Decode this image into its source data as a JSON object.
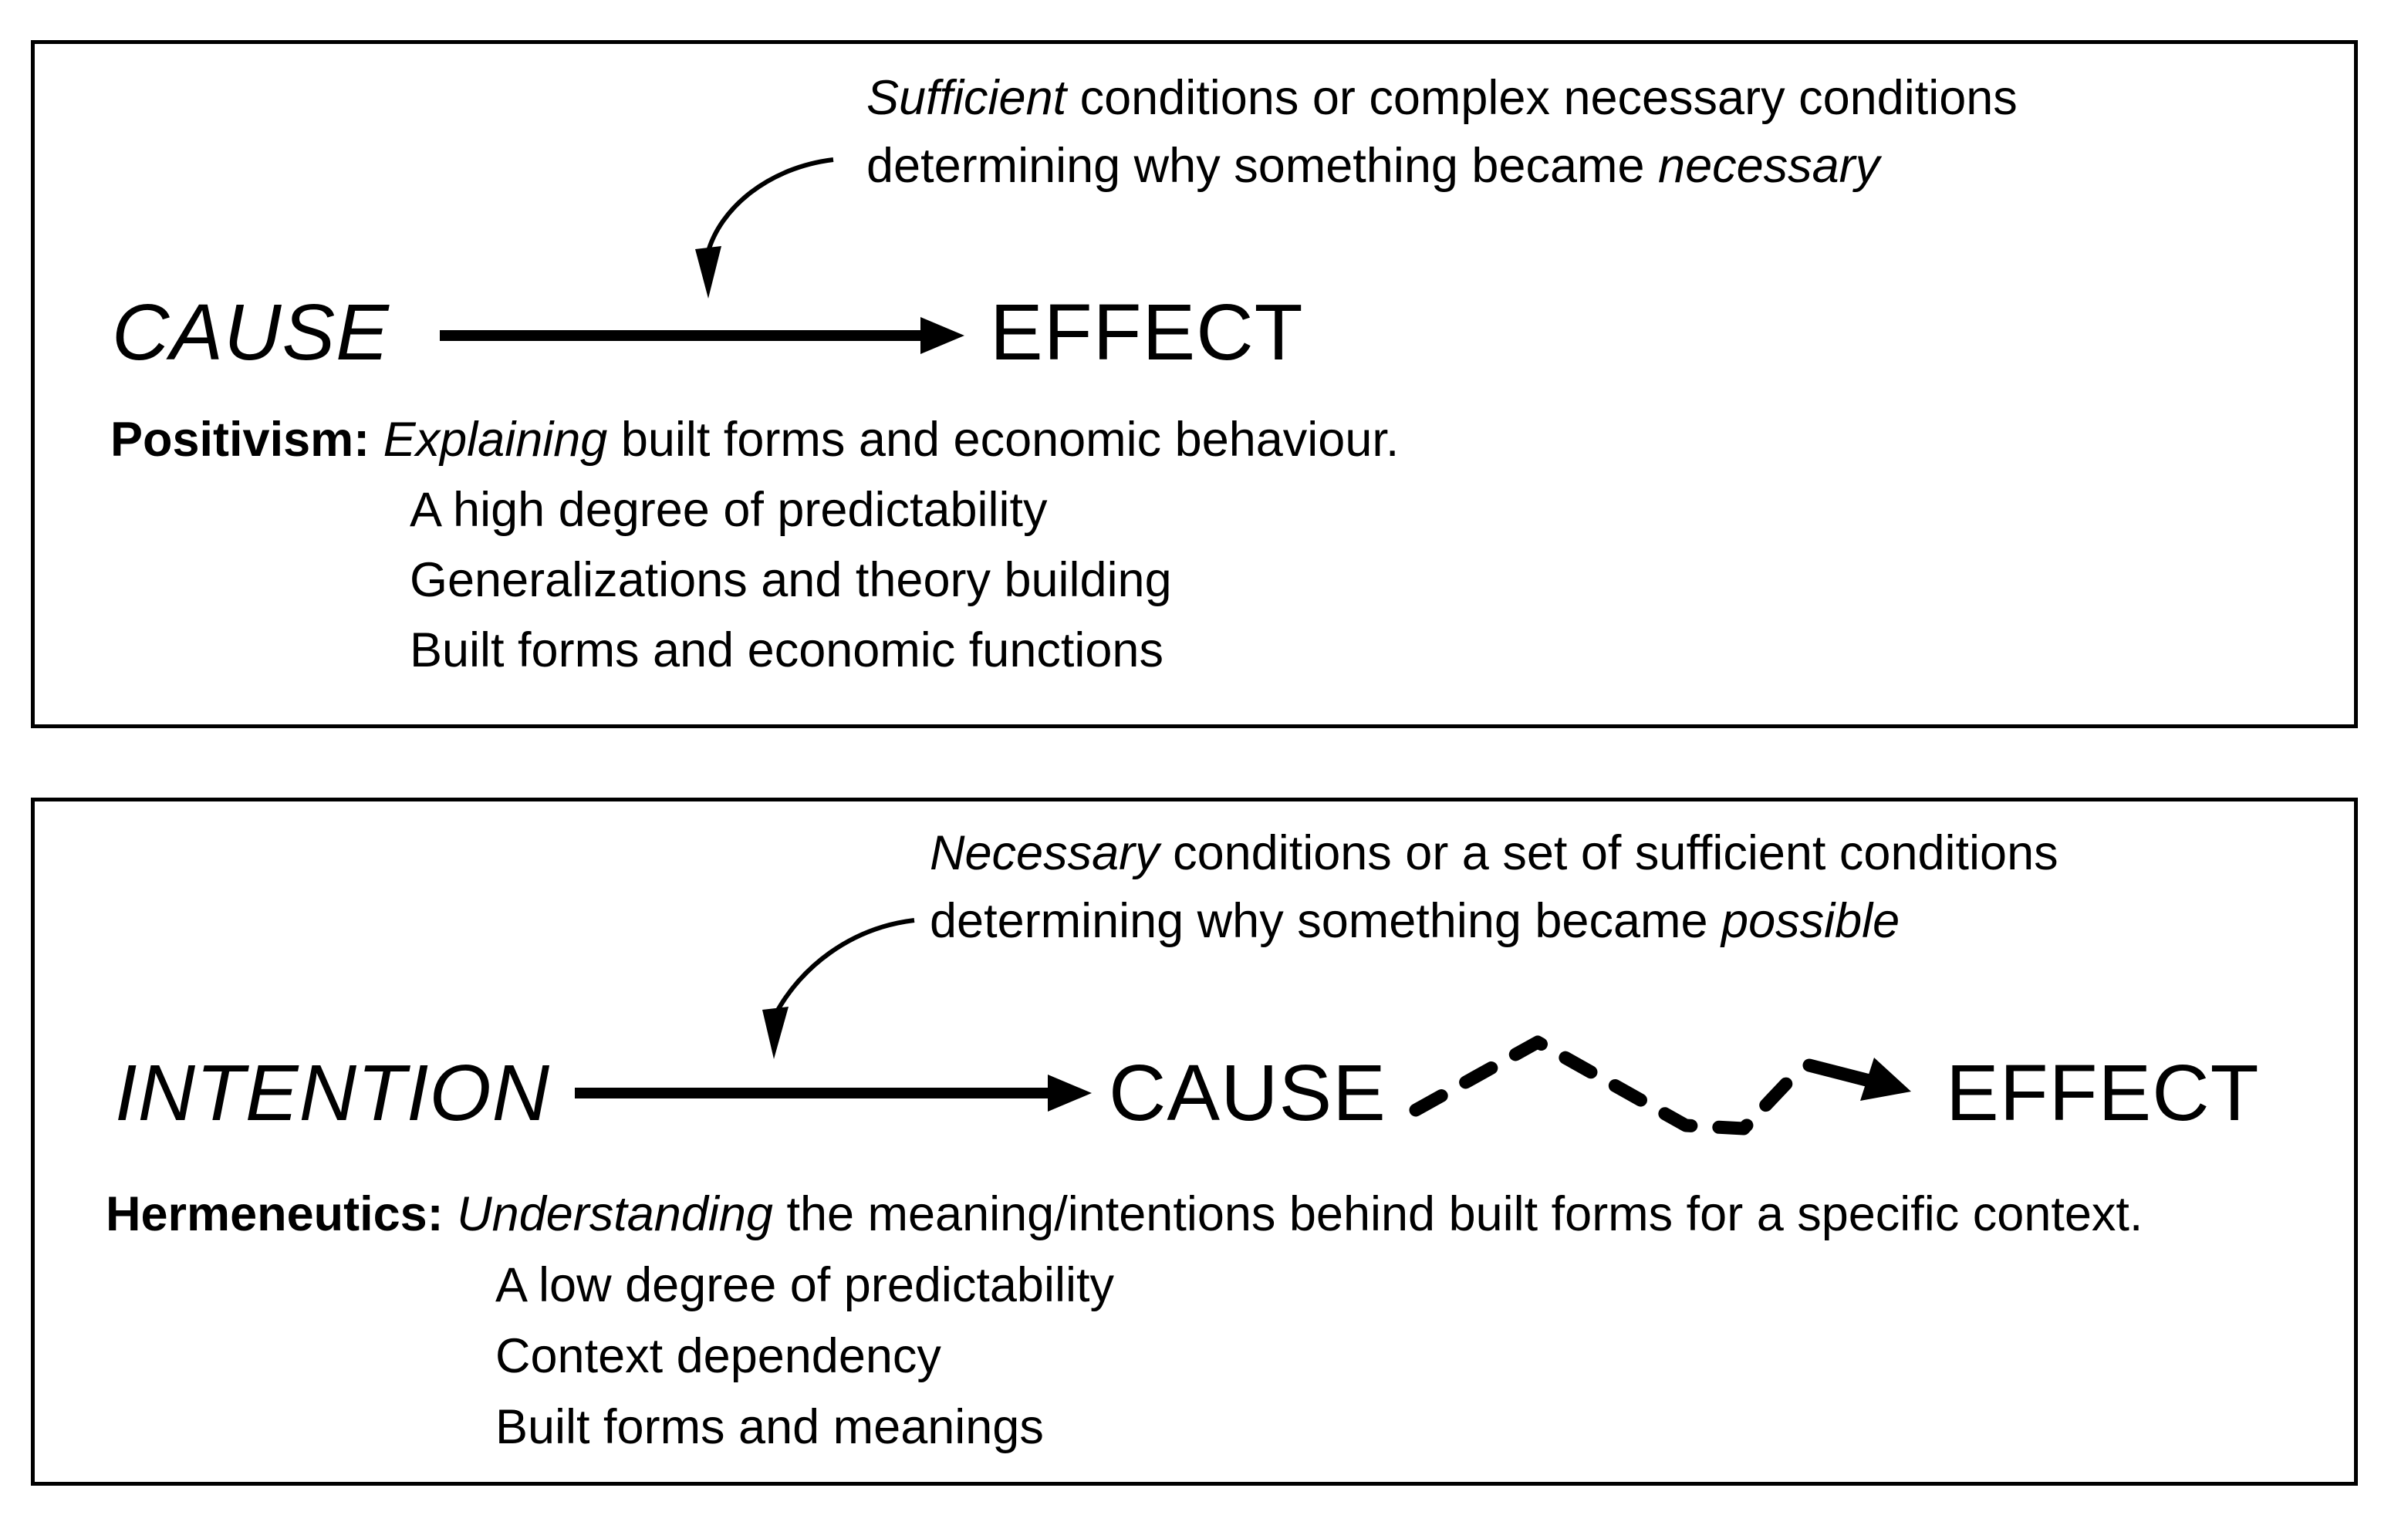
{
  "page": {
    "background": "#ffffff",
    "ink": "#000000"
  },
  "panels": [
    {
      "id": "positivism",
      "annotation": {
        "line1_italic": "Sufficient",
        "line1_rest": " conditions or complex necessary conditions",
        "line2_lead": "determining why something became ",
        "line2_italic": "necessary"
      },
      "flow": {
        "source": "CAUSE",
        "target": "EFFECT"
      },
      "description": {
        "label": "Positivism:",
        "lead_italic": "Explaining",
        "lead_rest": " built forms and economic behaviour.",
        "points": [
          "A high degree of predictability",
          "Generalizations and theory building",
          "Built forms and economic functions"
        ]
      }
    },
    {
      "id": "hermeneutics",
      "annotation": {
        "line1_italic": "Necessary",
        "line1_rest": " conditions or a set of sufficient conditions",
        "line2_lead": "determining why something became ",
        "line2_italic": "possible"
      },
      "flow": {
        "source": "INTENTION",
        "mid": "CAUSE",
        "target": "EFFECT"
      },
      "description": {
        "label": "Hermeneutics:",
        "lead_italic": "Understanding",
        "lead_rest": " the meaning/intentions behind built forms for a specific context.",
        "points": [
          "A low degree of predictability",
          "Context dependency",
          "Built forms and meanings"
        ]
      }
    }
  ]
}
